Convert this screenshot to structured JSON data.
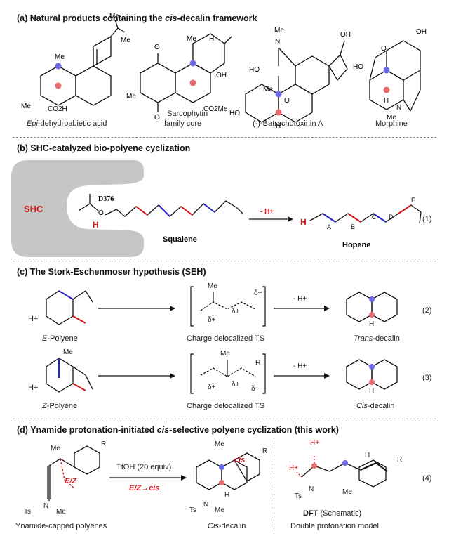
{
  "panel_a": {
    "title_prefix": "(a) Natural products containing the ",
    "title_em": "cis",
    "title_suffix": "-decalin framework",
    "compounds": [
      {
        "label_em": "Epi",
        "label_rest": "-dehydroabietic acid",
        "atoms": [
          "Me",
          "Me",
          "Me",
          "Me",
          "CO2H"
        ]
      },
      {
        "label_line1": "Sarcophytin",
        "label_line2": "family core",
        "atoms": [
          "O",
          "O",
          "Me",
          "H",
          "Me",
          "OH",
          "CO2Me"
        ]
      },
      {
        "label": "(-)-Batrachotoxinin A",
        "atoms": [
          "Me",
          "N",
          "OH",
          "HO",
          "Me",
          "O",
          "HO",
          "H"
        ]
      },
      {
        "label": "Morphine",
        "atoms": [
          "OH",
          "O",
          "HO",
          "H",
          "N",
          "Me"
        ]
      }
    ]
  },
  "panel_b": {
    "title": "(b) SHC-catalyzed bio-polyene cyclization",
    "shc_label": "SHC",
    "residue_label": "D376",
    "o_label": "O",
    "h_label": "H",
    "squalene_label": "Squalene",
    "arrow_label": "- H+",
    "hopene_label": "Hopene",
    "hopene_h": "H",
    "rings": [
      "A",
      "B",
      "C",
      "D",
      "E"
    ],
    "equation": "(1)"
  },
  "panel_c": {
    "title": "(c) The Stork-Eschenmoser hypothesis (SEH)",
    "row1": {
      "start_em": "E",
      "start_rest": "-Polyene",
      "h_plus": "H+",
      "ts_label": "Charge delocalized TS",
      "ts_atoms": [
        "Me",
        "δ+",
        "δ+",
        "δ+"
      ],
      "arrow_label": "- H+",
      "product_em": "Trans",
      "product_rest": "-decalin",
      "product_atoms": [
        "H"
      ],
      "equation": "(2)"
    },
    "row2": {
      "start_em": "Z",
      "start_rest": "-Polyene",
      "h_plus": "H+",
      "start_atoms": [
        "Me"
      ],
      "ts_label": "Charge delocalized TS",
      "ts_atoms": [
        "Me",
        "H",
        "δ+",
        "δ+",
        "δ+"
      ],
      "arrow_label": "- H+",
      "product_em": "Cis",
      "product_rest": "-decalin",
      "product_atoms": [
        "H"
      ],
      "equation": "(3)"
    }
  },
  "panel_d": {
    "title_prefix": "(d) Ynamide protonation-initiated ",
    "title_em": "cis",
    "title_suffix": "-selective polyene cyclization (this work)",
    "start_label": "Ynamide-capped polyenes",
    "start_atoms": [
      "Me",
      "R",
      "Ts",
      "N",
      "Me"
    ],
    "ez_label": "E/Z",
    "reagent": "TfOH (20 equiv)",
    "conversion": "E/Z→cis",
    "product_em": "Cis",
    "product_rest": "-decalin",
    "product_atoms": [
      "Me",
      "R",
      "Ts",
      "N",
      "Me",
      "H"
    ],
    "cis_tag": "cis",
    "model_atoms": [
      "H+",
      "H+",
      "H",
      "R",
      "Ts",
      "N",
      "Me"
    ],
    "dft_bold": "DFT",
    "dft_rest": "(Schematic)",
    "model_label": "Double protonation model",
    "equation": "(4)"
  },
  "colors": {
    "accent_red": "#d4161b",
    "accent_blue": "#2323c8",
    "enzyme_gray": "#c6c6c6",
    "atom_blue": "#6a6ae8",
    "atom_red": "#e86a6a"
  }
}
